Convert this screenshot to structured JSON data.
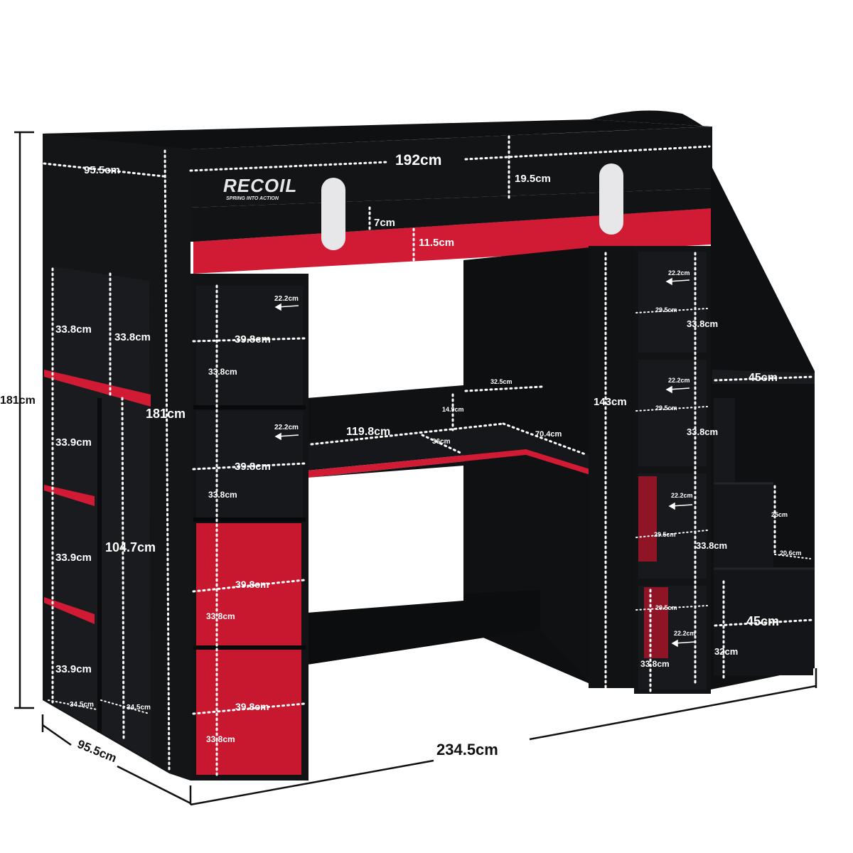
{
  "brand": {
    "logo_text": "RECOIL",
    "tagline": "SPRING INTO ACTION"
  },
  "colors": {
    "body": "#111214",
    "body_side": "#1b1c1f",
    "accent_red": "#d11a33",
    "door_red": "#c8182f",
    "slat": "#6a5a3c",
    "handle": "#e7e7e9"
  },
  "dimensions": {
    "overall_height_left": "181cm",
    "overall_height_front": "181cm",
    "depth_bottom": "95.5cm",
    "depth_top": "95.5cm",
    "total_width": "234.5cm",
    "bed_length": "192cm",
    "guard_rail_height": "19.5cm",
    "slat_gap": "7cm",
    "rail_front_height": "11.5cm",
    "leg_height": "143cm",
    "side_shelf_height_1": "33.8cm",
    "side_shelf_height_2": "33.8cm",
    "side_shelf_height_3": "33.9cm",
    "side_shelf_height_4": "33.9cm",
    "side_shelf_height_5": "33.9cm",
    "side_height_total": "104.7cm",
    "side_depth_1": "34.5cm",
    "side_depth_2": "34.5cm",
    "left_shelf_width_1": "39.8cm",
    "left_shelf_width_2": "39.8cm",
    "left_door_width_1": "39.8cm",
    "left_door_width_2": "39.8cm",
    "left_shelf_height_1": "33.8cm",
    "left_shelf_height_2": "33.8cm",
    "left_door_height_1": "33.8cm",
    "left_door_height_2": "33.8cm",
    "left_depth_1": "22.2cm",
    "left_depth_2": "22.2cm",
    "desk_width": "119.8cm",
    "desk_depth": "36cm",
    "desk_return": "70.4cm",
    "desk_back": "32.5cm",
    "desk_gap": "14.9cm",
    "right_depth_1": "22.2cm",
    "right_depth_2": "22.2cm",
    "right_depth_3": "22.2cm",
    "right_depth_4": "22.2cm",
    "right_width_1": "29.5cm",
    "right_width_2": "29.5cm",
    "right_width_3": "29.5cm",
    "right_width_4": "29.5cm",
    "right_height_1": "33.8cm",
    "right_height_2": "33.8cm",
    "right_height_3": "33.8cm",
    "right_height_4": "33.8cm",
    "stair_width_top": "45cm",
    "stair_width_bottom": "45cm",
    "stair_rise": "25cm",
    "stair_tread": "20.6cm",
    "stair_base": "32cm"
  }
}
